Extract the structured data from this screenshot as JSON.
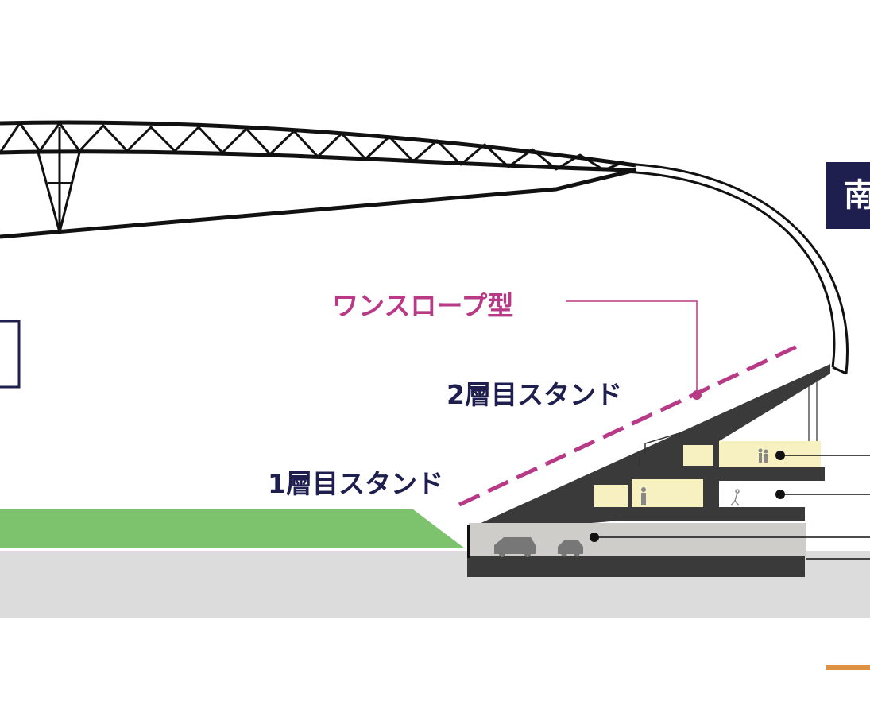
{
  "labels": {
    "one_slope": "ワンスロープ型",
    "stand_upper": "2層目スタンド",
    "stand_lower": "1層目スタンド",
    "south_tag": "南"
  },
  "colors": {
    "navy": "#1f1f4f",
    "magenta": "#b83a86",
    "grass": "#7dc36e",
    "ground": "#dcdcdc",
    "structure": "#3a3a3a",
    "room": "#f7f1c2",
    "parking": "#cfcdc9",
    "accent_orange": "#e0913f"
  }
}
